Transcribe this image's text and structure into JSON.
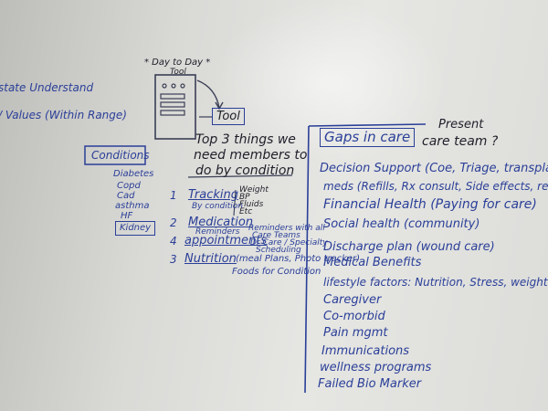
{
  "left_edge": {
    "line1": "state Understand",
    "line2": "/ Values (Within Range)"
  },
  "tool_sketch": {
    "title_a": "* Day to Day *",
    "title_b": "Tool",
    "tool_box": "Tool"
  },
  "conditions": {
    "header": "Conditions",
    "items": [
      "Diabetes",
      "Copd",
      "Cad",
      "asthma",
      "HF"
    ],
    "boxed_item": "Kidney"
  },
  "top_things": {
    "heading_1": "Top 3 things we",
    "heading_2": "need members to",
    "heading_3": "do by condition",
    "tracking": {
      "num": "1",
      "label": "Tracking",
      "sub": "By condition",
      "notes": [
        "Weight",
        "BP",
        "Fluids",
        "Etc"
      ]
    },
    "medication": {
      "num": "2",
      "label": "Medication",
      "sub": "Reminders"
    },
    "appointments": {
      "num": "4",
      "label": "appointments",
      "notes": [
        "Reminders with all",
        "Care Teams",
        "Dr Care / Specialty",
        "Scheduling"
      ]
    },
    "nutrition": {
      "num": "3",
      "label": "Nutrition",
      "detail": "(meal Plans, Photo tracker)",
      "sub": "Foods for Condition"
    }
  },
  "gaps": {
    "header": "Gaps in care",
    "present_1": "Present",
    "present_2": "care team ?",
    "items": [
      "Decision Support (Coe, Triage, transplant)",
      "meds (Refills, Rx consult, Side effects, reconcilation)",
      "Financial Health (Paying for care)",
      "Social health (community)",
      "Discharge plan (wound care)",
      "Medical Benefits",
      "lifestyle factors: Nutrition, Stress, weight mgmt",
      "Caregiver",
      "Co-morbid",
      "Pain mgmt",
      "Immunications",
      "wellness programs",
      "Failed Bio Marker"
    ]
  },
  "colors": {
    "marker_blue": "#2a3f98",
    "marker_black": "#1f1f2a",
    "board_white": "#e6e6e3"
  }
}
